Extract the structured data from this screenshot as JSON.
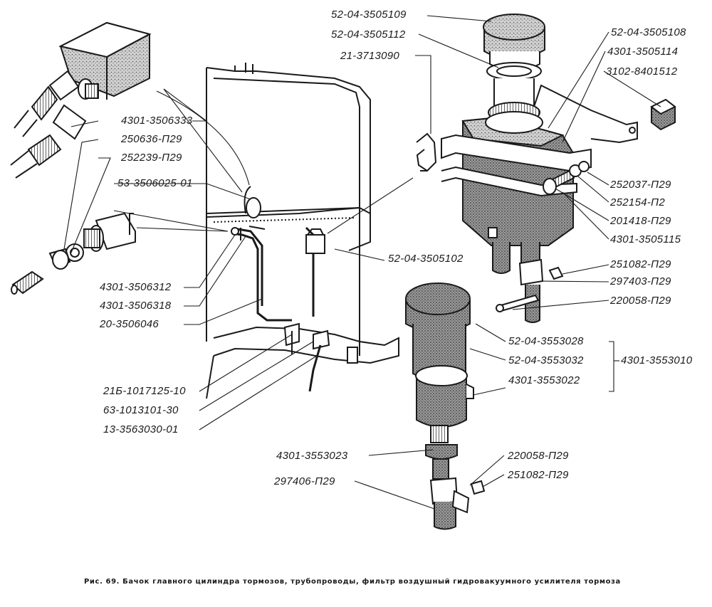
{
  "labels": {
    "cap_cover": "52-04-3505109",
    "cap_gasket": "52-04-3505112",
    "clamp_bracket": "21-3713090",
    "tank": "52-04-3505108",
    "tank_bracket": "4301-3505114",
    "nut_clip": "3102-8401512",
    "fitting_union": "4301-3506333",
    "washer_250636": "250636-П29",
    "nut_252239": "252239-П29",
    "tee_fitting": "53-3506025-01",
    "washer_252037": "252037-П29",
    "washer_252154": "252154-П2",
    "bolt_201418": "201418-П29",
    "strap_4301_3505115": "4301-3505115",
    "tube_feed": "52-04-3505102",
    "nut_251082_top": "251082-П29",
    "clamp_297403": "297403-П29",
    "bolt_220058_top": "220058-П29",
    "tube_4301_3506312": "4301-3506312",
    "tube_4301_3506318": "4301-3506318",
    "tube_20_3506046": "20-3506046",
    "filter_cover": "52-04-3553028",
    "filter_element": "52-04-3553032",
    "filter_assembly": "4301-3553010",
    "filter_body": "4301-3553022",
    "clip_21b": "21Б-1017125-10",
    "clip_63": "63-1013101-30",
    "hose_13": "13-3563030-01",
    "filter_nipple": "4301-3553023",
    "bolt_220058_bottom": "220058-П29",
    "nut_251082_bottom": "251082-П29",
    "clamp_297406": "297406-П29"
  },
  "caption": "Рис. 69. Бачок главного цилиндра тормозов, трубопроводы, фильтр воздушный гидровакуумного усилителя тормоза",
  "colors": {
    "ink": "#1a1a1a",
    "stipple": "#6a6a6a",
    "paper": "#ffffff"
  }
}
